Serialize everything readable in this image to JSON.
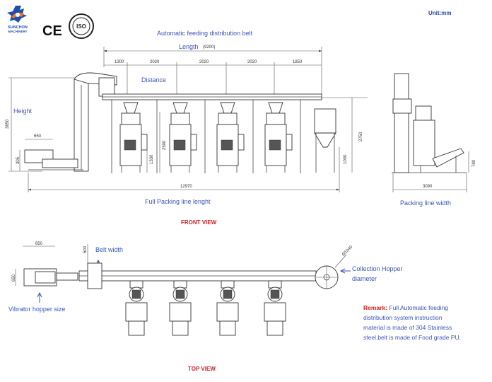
{
  "header": {
    "logo_text_line1": "SUNCHON",
    "logo_text_line2": "MACHINERY",
    "ce_mark": "CE",
    "iso_mark": "ISO",
    "unit": "Unit:mm"
  },
  "labels": {
    "feeding_belt": "Automatic feeding  distribution belt",
    "length": "Length",
    "length_value": "(9200)",
    "distance": "Distance",
    "height": "Height",
    "full_line_length": "Full Packing line lenght",
    "line_width": "Packing line width",
    "front_view": "FRONT VIEW",
    "top_view": "TOP VIEW",
    "belt_width": "Belt width",
    "vibrator_hopper": "Vibrator hopper size",
    "collection_hopper_line1": "Collection Hopper",
    "collection_hopper_line2": "diameter"
  },
  "dimensions": {
    "seg1": "1300",
    "seg2": "2020",
    "seg3": "2020",
    "seg4": "2020",
    "seg5": "1850",
    "height_total": "3650",
    "elevator_base": "305",
    "hopper_width_front": "650",
    "machine_height": "2500",
    "machine_lower": "1330",
    "collector_height": "2750",
    "collector_low": "1000",
    "total_length": "12970",
    "side_width": "3090",
    "side_height": "780",
    "top_hopper_width": "650",
    "top_hopper_len": "650",
    "belt_width_value": "500",
    "collection_diameter": "Ø1040"
  },
  "remark": {
    "label": "Remark:",
    "line1": " Full Automatic feeding",
    "line2": "distribution system instruction",
    "line3": "material is made of 304 Stainless",
    "line4": "steel,belt is made of Food grade PU."
  },
  "colors": {
    "label_blue": "#3a55b8",
    "title_red": "#d21f1f",
    "logo_blue": "#1f4fa8",
    "logo_orange": "#e8762b"
  }
}
